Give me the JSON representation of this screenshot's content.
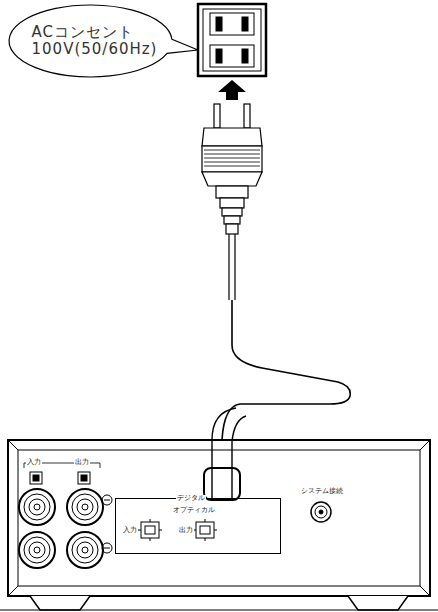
{
  "diagram": {
    "nodes": [
      {
        "text": [
          "ACコンセント 100V(50/60Hz)"
        ]
      },
      {
        "text": [
          "デジタル",
          "オプティカル",
          "入力",
          "出力"
        ]
      }
    ],
    "labels": [
      "入力",
      "出力",
      "システム接続"
    ]
  }
}
